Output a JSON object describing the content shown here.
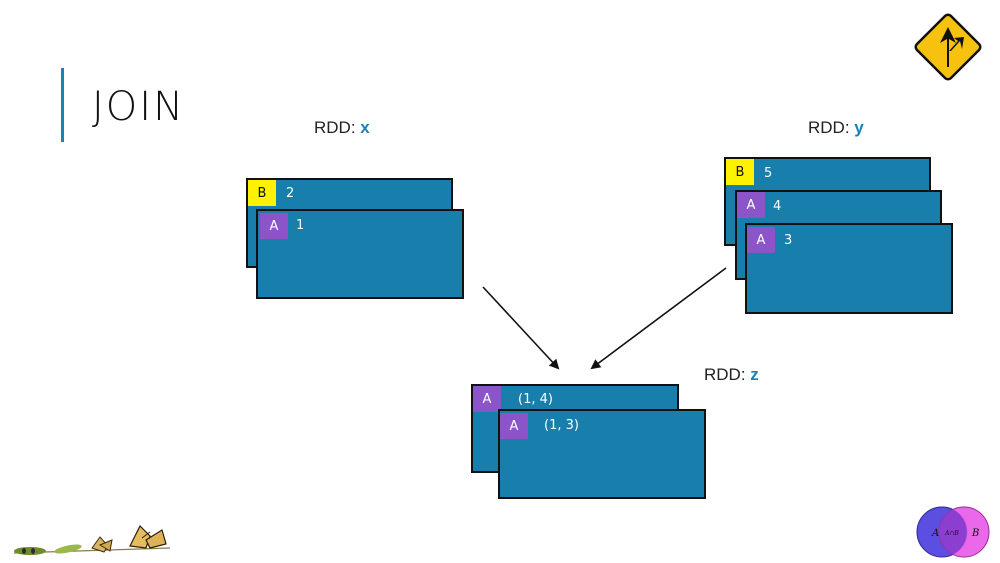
{
  "title": "JOIN",
  "colors": {
    "accent": "#1a82b8",
    "card": "#187eab",
    "tag_a": "#8b55c9",
    "tag_b": "#fff200",
    "venn_a": "#5a4fe0",
    "venn_b": "#e85ce8"
  },
  "rdd_x": {
    "label": "RDD:",
    "var": "x",
    "records": [
      {
        "key": "B",
        "value": "2"
      },
      {
        "key": "A",
        "value": "1"
      }
    ]
  },
  "rdd_y": {
    "label": "RDD:",
    "var": "y",
    "records": [
      {
        "key": "B",
        "value": "5"
      },
      {
        "key": "A",
        "value": "4"
      },
      {
        "key": "A",
        "value": "3"
      }
    ]
  },
  "rdd_z": {
    "label": "RDD:",
    "var": "z",
    "records": [
      {
        "key": "A",
        "value": "(1, 4)"
      },
      {
        "key": "A",
        "value": "(1, 3)"
      }
    ]
  },
  "venn": {
    "a": "A",
    "b": "B",
    "intersection": "A∩B"
  },
  "icons": {
    "sign": "merge-sign-icon",
    "butterflies": "caterpillar-to-butterfly-icon"
  }
}
